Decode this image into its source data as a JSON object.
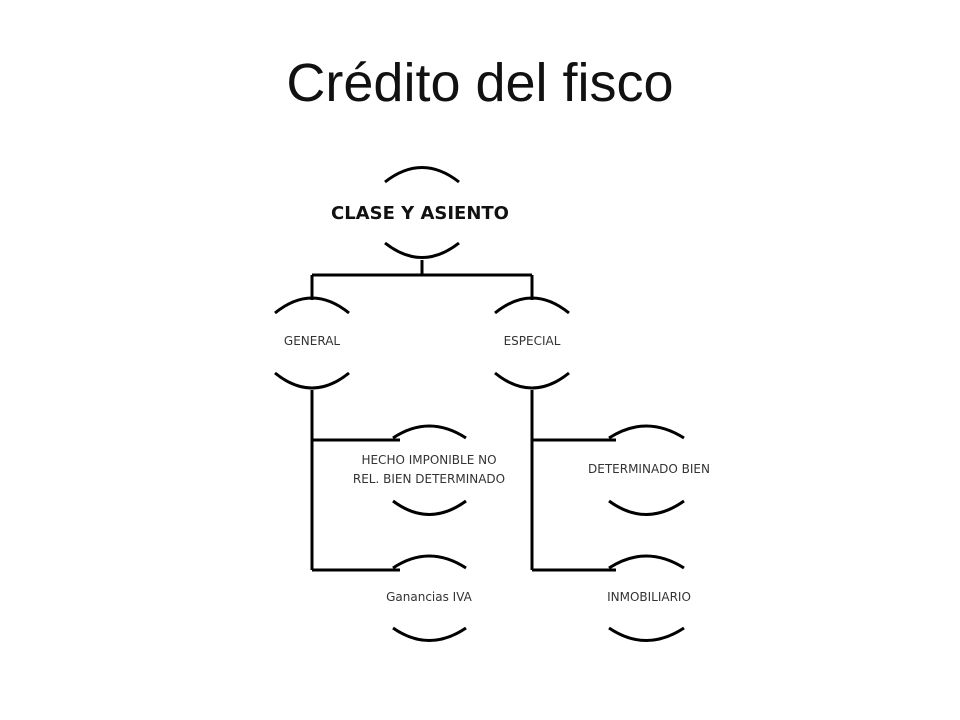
{
  "title": "Crédito del fisco",
  "nodes": {
    "root": "CLASE Y ASIENTO",
    "general": "GENERAL",
    "especial": "ESPECIAL",
    "hecho_line1": "HECHO IMPONIBLE  NO",
    "hecho_line2": "REL. BIEN  DETERMINADO",
    "ganancias": "Ganancias  IVA",
    "determinado": "DETERMINADO  BIEN",
    "inmobiliario": "INMOBILIARIO"
  }
}
